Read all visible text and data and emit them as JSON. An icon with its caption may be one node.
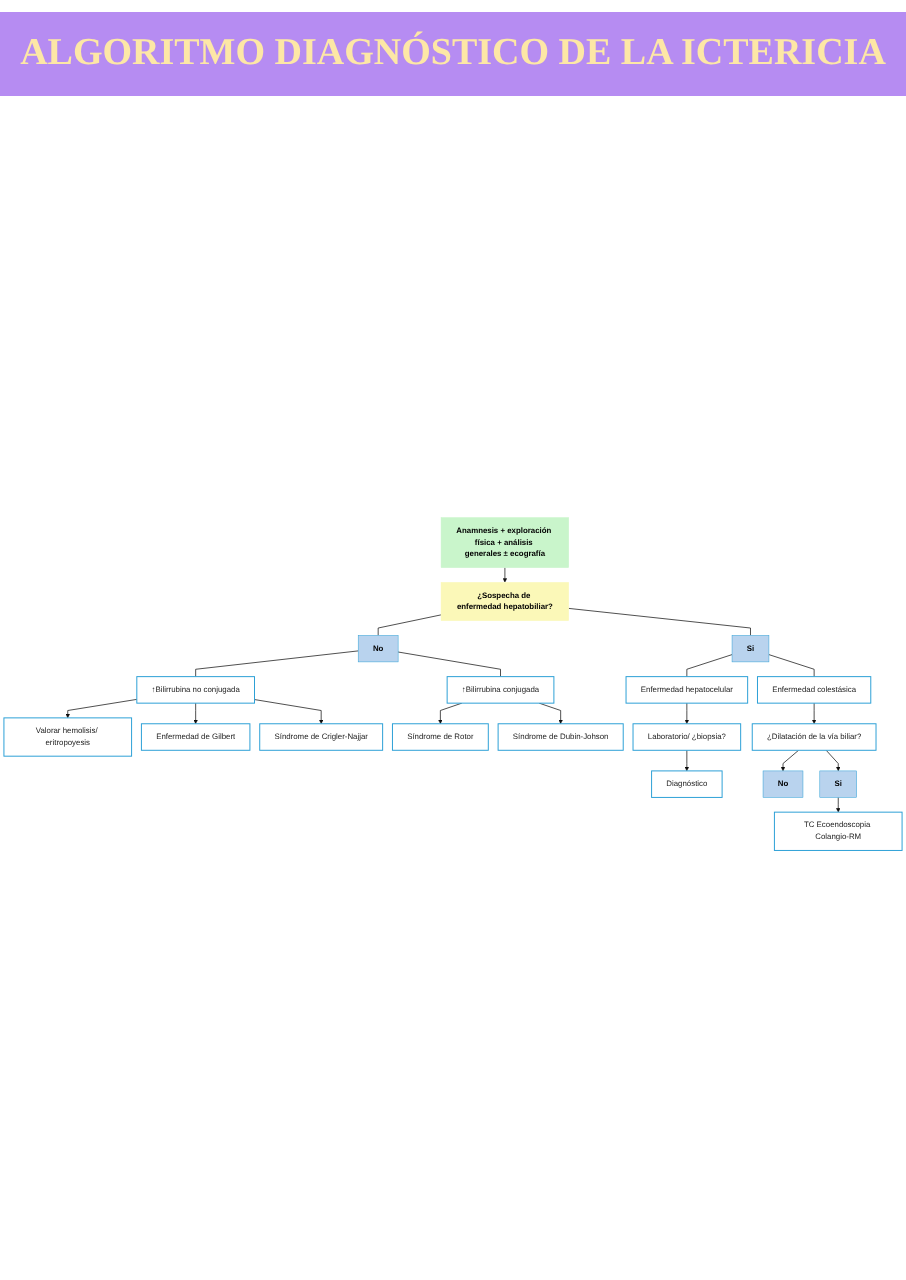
{
  "diagram": {
    "title": "ALGORITMO DIAGNÓSTICO DE LA ICTERICIA",
    "nodes": [
      {
        "text": [
          "Anamnesis + exploración física + análisis generales ± ecografía"
        ]
      },
      {
        "text": [
          "¿Sospecha de enfermedad hepatobiliar?"
        ]
      },
      {
        "text": [
          "No"
        ]
      },
      {
        "text": [
          "Si"
        ]
      },
      {
        "text": [
          "↑Bilirrubina no conjugada"
        ]
      },
      {
        "text": [
          "↑Bilirrubina conjugada"
        ]
      },
      {
        "text": [
          "Enfermedad hepatocelular"
        ]
      },
      {
        "text": [
          "Enfermedad colestásica"
        ]
      },
      {
        "text": [
          "Valorar hemolisis/ eritropoyesis"
        ]
      },
      {
        "text": [
          "Enfermedad de Gilbert"
        ]
      },
      {
        "text": [
          "Síndrome de Crigler-Najjar"
        ]
      },
      {
        "text": [
          "Síndrome de Rotor"
        ]
      },
      {
        "text": [
          "Síndrome de Dubin-Johson"
        ]
      },
      {
        "text": [
          "Laboratorio/ ¿biopsia?"
        ]
      },
      {
        "text": [
          "Diagnóstico"
        ]
      },
      {
        "text": [
          "¿Dilatación de la vía biliar?"
        ]
      },
      {
        "text": [
          "No"
        ]
      },
      {
        "text": [
          "Si"
        ]
      },
      {
        "text": [
          "TC Ecoendoscopia Colangio-RM"
        ]
      }
    ],
    "edges": [
      {
        "from": 0,
        "to": 1,
        "arrow": "to"
      },
      {
        "from": 1,
        "to": 2,
        "arrow": "none"
      },
      {
        "from": 1,
        "to": 3,
        "arrow": "none"
      },
      {
        "from": 2,
        "to": 4,
        "arrow": "none"
      },
      {
        "from": 2,
        "to": 5,
        "arrow": "none"
      },
      {
        "from": 3,
        "to": 6,
        "arrow": "none"
      },
      {
        "from": 3,
        "to": 7,
        "arrow": "none"
      },
      {
        "from": 4,
        "to": 8,
        "arrow": "to"
      },
      {
        "from": 4,
        "to": 9,
        "arrow": "to"
      },
      {
        "from": 4,
        "to": 10,
        "arrow": "to"
      },
      {
        "from": 5,
        "to": 11,
        "arrow": "to"
      },
      {
        "from": 5,
        "to": 12,
        "arrow": "to"
      },
      {
        "from": 6,
        "to": 13,
        "arrow": "to"
      },
      {
        "from": 13,
        "to": 14,
        "arrow": "to"
      },
      {
        "from": 7,
        "to": 15,
        "arrow": "to"
      },
      {
        "from": 15,
        "to": 16,
        "arrow": "to"
      },
      {
        "from": 15,
        "to": 17,
        "arrow": "to"
      },
      {
        "from": 17,
        "to": 18,
        "arrow": "to"
      }
    ]
  }
}
